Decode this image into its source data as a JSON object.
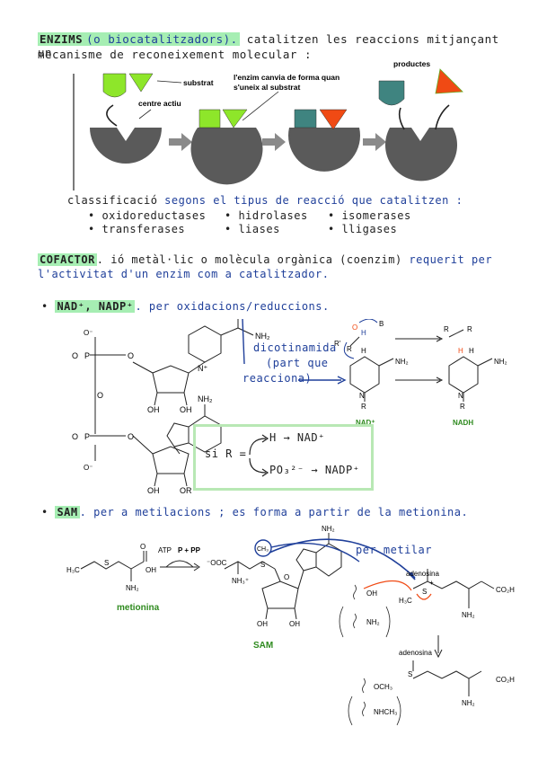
{
  "enzims": {
    "heading_term": "ENZIMS",
    "heading_paren": "(o biocatalitzadors).",
    "heading_rest": "catalitzen les reaccions mitjançant un",
    "line2": "mecanisme de reconeixement molecular :",
    "diagram": {
      "substrat": "substrat",
      "centre_actiu": "centre actiu",
      "note_line1": "l'enzim canvia de forma quan",
      "note_line2": "s'uneix al substrat",
      "productes": "productes"
    },
    "classif_intro": "classificació",
    "classif_rest": "segons el tipus de reacció que catalitzen :",
    "classes": [
      "oxidoreductases",
      "hidrolases",
      "isomerases",
      "transferases",
      "liases",
      "lligases"
    ]
  },
  "cofactor": {
    "term": "COFACTOR",
    "rest1": ". ió metàl·lic o molècula orgànica (coenzim)",
    "rest1_blue": "requerit per",
    "line2": "l'activitat d'un enzim com a catalitzador."
  },
  "nad": {
    "term": "NAD⁺, NADP⁺",
    "rest": ". per oxidacions/reduccions.",
    "dicotinamida_1": "dicotinamida",
    "dicotinamida_2": "(part que",
    "dicotinamida_3": "reacciona)",
    "label_nad": "NAD⁺",
    "label_nadh": "NADH",
    "box_si": "si  R =",
    "box_h": "H",
    "box_nadplus": "NAD⁺",
    "box_po": "PO₃²⁻",
    "box_nadp": "NADP⁺",
    "chem": {
      "o_minus": "O⁻",
      "p": "P",
      "o": "O",
      "oh": "OH",
      "or": "OR",
      "nh2": "NH₂",
      "n": "N",
      "nplus": "N⁺",
      "b": "B",
      "h": "H",
      "r": "R",
      "rprime": "R'"
    }
  },
  "sam": {
    "term": "SAM",
    "rest": ". per a metilacions ; es forma a partir de la metionina.",
    "metionina": "metionina",
    "sam_label": "SAM",
    "atp": "ATP",
    "ppp": "P + PP",
    "per_metilar": "per metilar",
    "adenosina": "adenosina",
    "chem": {
      "h3c": "H₃C",
      "s": "S",
      "oh": "OH",
      "o": "O",
      "nh2": "NH₂",
      "ooc": "⁻OOC",
      "nh3": "NH₃⁺",
      "ch3": "CH₃",
      "co2h": "CO₂H",
      "och3": "OCH₃",
      "nhch3": "NHCH₃",
      "nh2b": "NH₂",
      "ohb": "OH",
      "plus": "+"
    }
  },
  "colors": {
    "green_hl": "#a6eeb3",
    "blue_ink": "#1f3f9a",
    "enzyme_gray": "#5a5a5a",
    "substrate_green": "#8ee62a",
    "product_teal": "#3f8480",
    "product_orange": "#f04a14",
    "label_green": "#2e8a1e",
    "box_green": "#b8e8b4"
  }
}
